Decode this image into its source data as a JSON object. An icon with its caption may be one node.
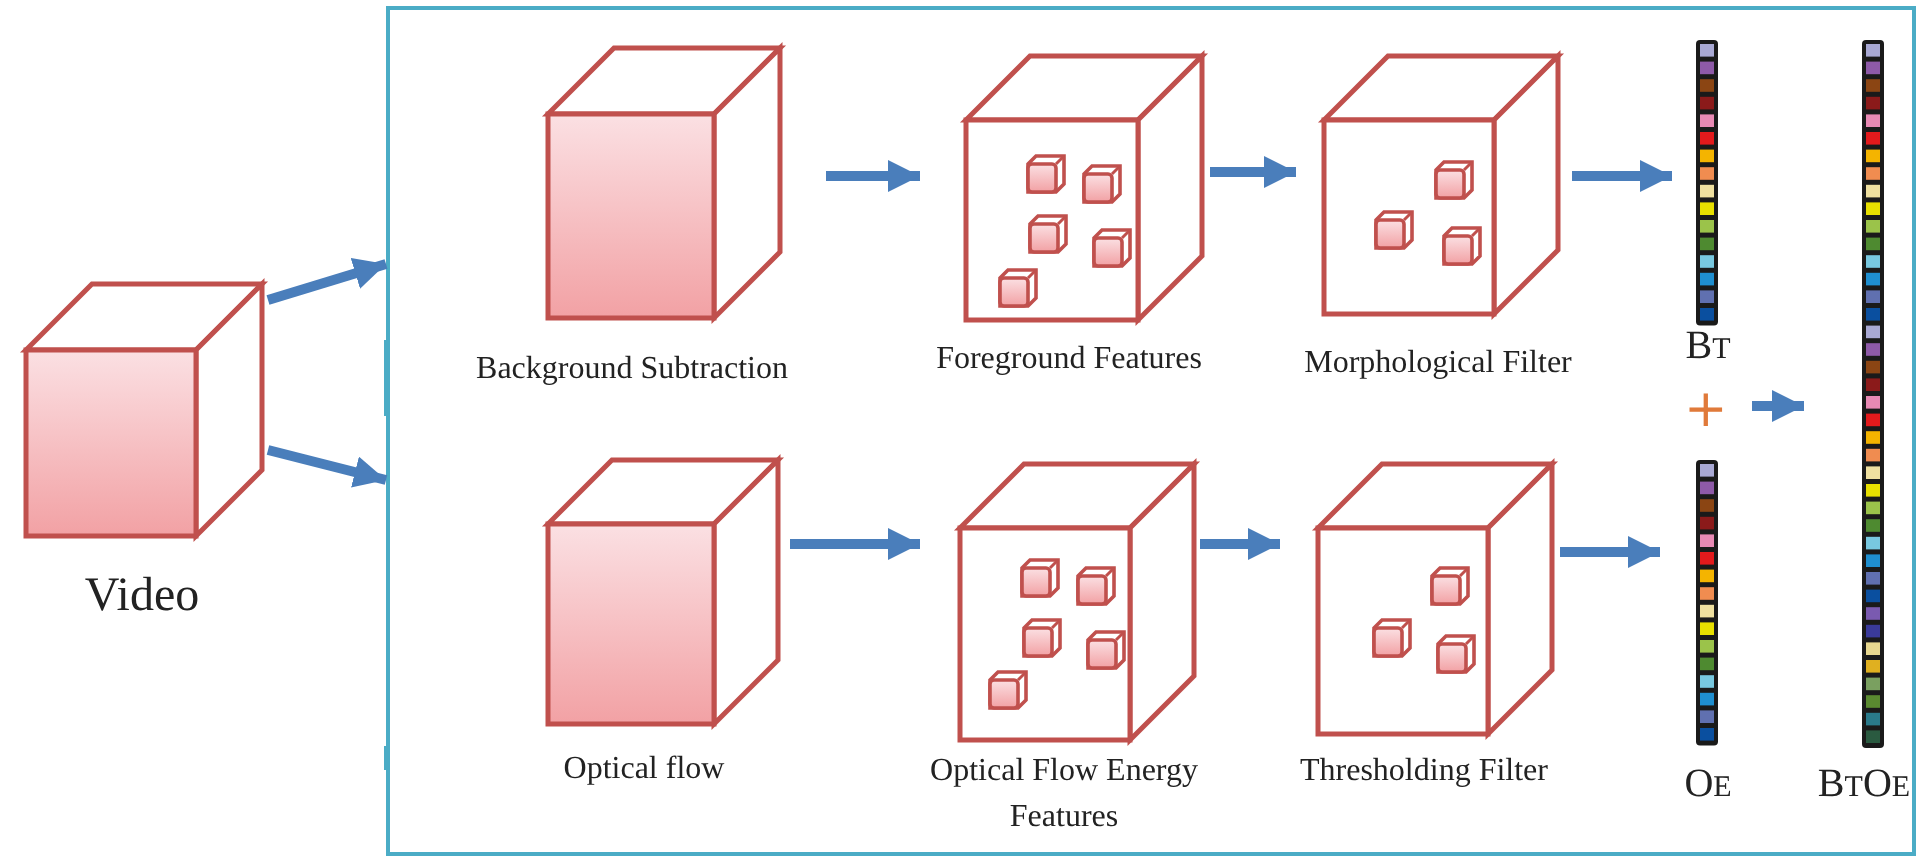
{
  "diagram": {
    "nodes": [
      {
        "text": [
          "Video"
        ]
      },
      {
        "text": [],
        "shape": "box"
      },
      {
        "text": [
          "Background Subtraction"
        ],
        "in": 1
      },
      {
        "text": [
          "Foreground Features"
        ],
        "in": 1
      },
      {
        "text": [
          "Morphological Filter"
        ],
        "in": 1
      },
      {
        "text": [
          "B$_{T}$"
        ],
        "in": 1
      },
      {
        "text": [
          "Optical flow"
        ],
        "in": 1
      },
      {
        "text": [
          "Optical Flow Energy Features"
        ],
        "in": 1
      },
      {
        "text": [
          "Thresholding Filter"
        ],
        "in": 1
      },
      {
        "text": [
          "O$_{E}$"
        ],
        "in": 1
      },
      {
        "text": [
          "B$_{T}$O$_{E}$"
        ],
        "in": 1
      }
    ],
    "edges": [
      {
        "from": 0,
        "to": 1,
        "arrow": "to"
      },
      {
        "from": 0,
        "to": 1,
        "arrow": "to"
      },
      {
        "from": 2,
        "to": 3,
        "arrow": "to"
      },
      {
        "from": 3,
        "to": 4,
        "arrow": "to"
      },
      {
        "from": 4,
        "to": 5,
        "arrow": "to"
      },
      {
        "from": 6,
        "to": 7,
        "arrow": "to"
      },
      {
        "from": 7,
        "to": 8,
        "arrow": "to"
      },
      {
        "from": 8,
        "to": 9,
        "arrow": "to"
      },
      {
        "from": null,
        "to": 10,
        "arrow": "to"
      }
    ],
    "labels": [
      "+"
    ]
  }
}
